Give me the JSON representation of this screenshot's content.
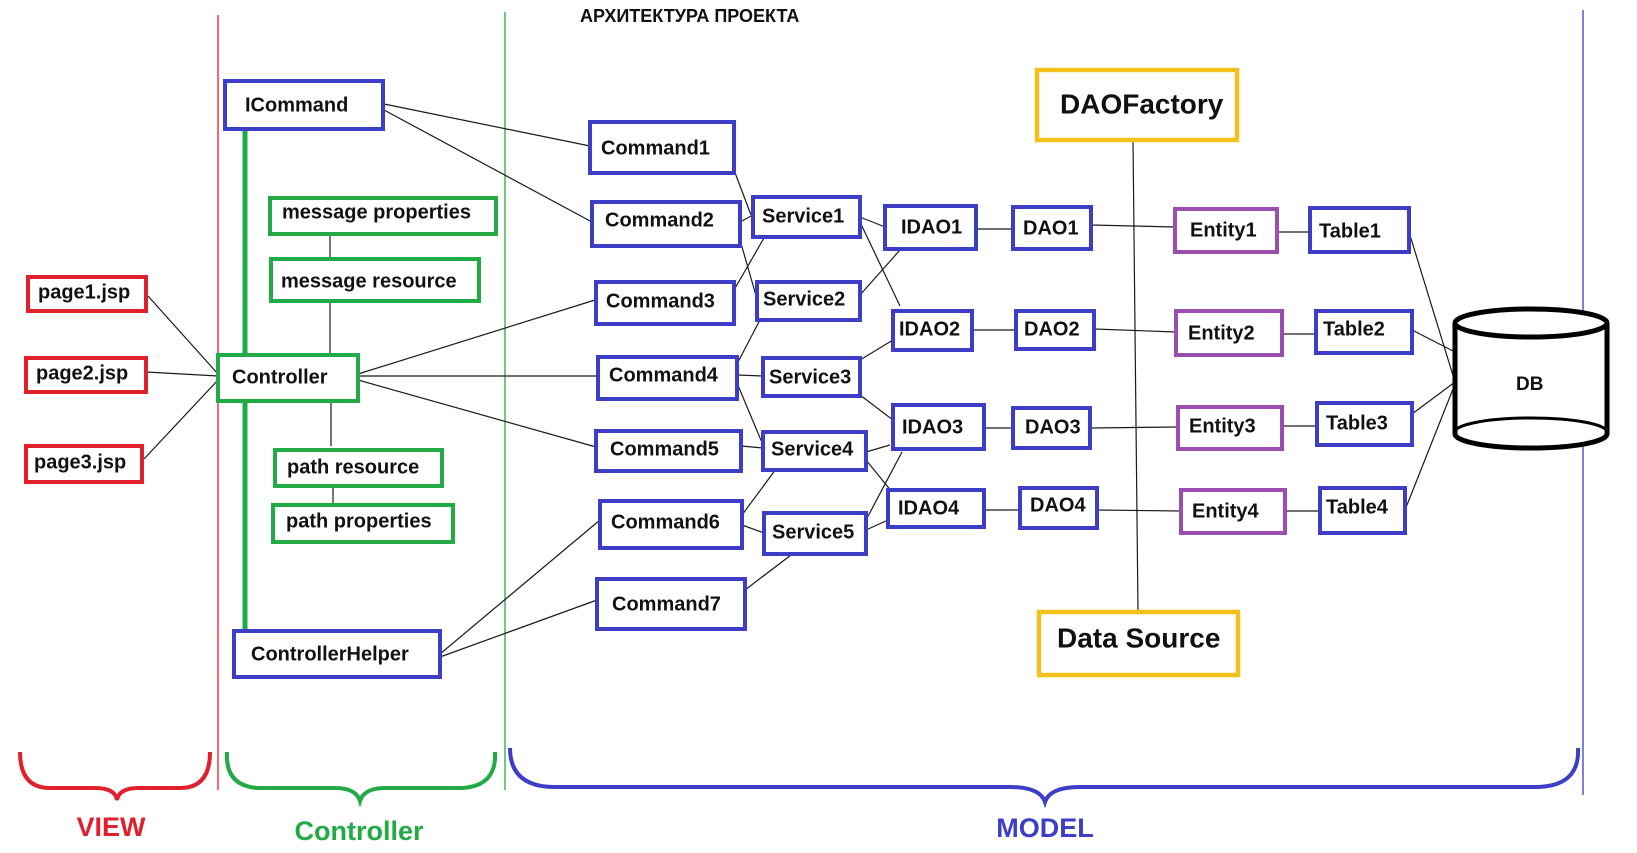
{
  "title": "АРХИТЕКТУРА ПРОЕКТА",
  "colors": {
    "view": "#e0202a",
    "controller": "#22aa44",
    "model": "#3d3dc8",
    "entity": "#9a4fae",
    "factory": "#f2c11c"
  },
  "sections": {
    "view": "VIEW",
    "controller": "Controller",
    "model": "MODEL"
  },
  "nodes": {
    "page1": "page1.jsp",
    "page2": "page2.jsp",
    "page3": "page3.jsp",
    "icommand": "ICommand",
    "message_properties": "message properties",
    "message_resource": "message resource",
    "controller": "Controller",
    "path_resource": "path resource",
    "path_properties": "path properties",
    "controller_helper": "ControllerHelper",
    "command1": "Command1",
    "command2": "Command2",
    "command3": "Command3",
    "command4": "Command4",
    "command5": "Command5",
    "command6": "Command6",
    "command7": "Command7",
    "service1": "Service1",
    "service2": "Service2",
    "service3": "Service3",
    "service4": "Service4",
    "service5": "Service5",
    "idao1": "IDAO1",
    "idao2": "IDAO2",
    "idao3": "IDAO3",
    "idao4": "IDAO4",
    "dao1": "DAO1",
    "dao2": "DAO2",
    "dao3": "DAO3",
    "dao4": "DAO4",
    "dao_factory": "DAOFactory",
    "data_source": "Data Source",
    "entity1": "Entity1",
    "entity2": "Entity2",
    "entity3": "Entity3",
    "entity4": "Entity4",
    "table1": "Table1",
    "table2": "Table2",
    "table3": "Table3",
    "table4": "Table4",
    "db": "DB"
  }
}
